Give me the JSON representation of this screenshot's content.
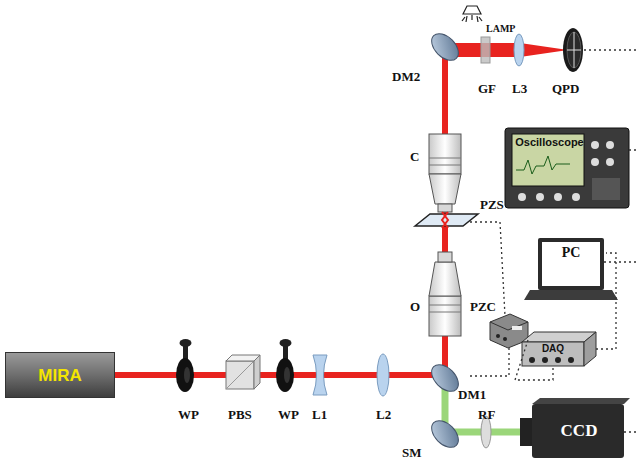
{
  "diagram": {
    "nodes": [
      {
        "text": [
          "MIRA"
        ]
      },
      {
        "text": [
          "Oscilloscope"
        ]
      },
      {
        "text": [
          "PC"
        ]
      },
      {
        "text": [
          "DAQ"
        ]
      },
      {
        "text": [
          "CCD"
        ]
      }
    ],
    "edges": [
      {
        "from": 3,
        "to": 2,
        "arrow": "none"
      }
    ],
    "labels": [
      "LAMP",
      "DM2",
      "GF",
      "L3",
      "QPD",
      "C",
      "PZS",
      "O",
      "PZC",
      "WP",
      "PBS",
      "WP",
      "L1",
      "L2",
      "DM1",
      "RF",
      "SM"
    ]
  }
}
